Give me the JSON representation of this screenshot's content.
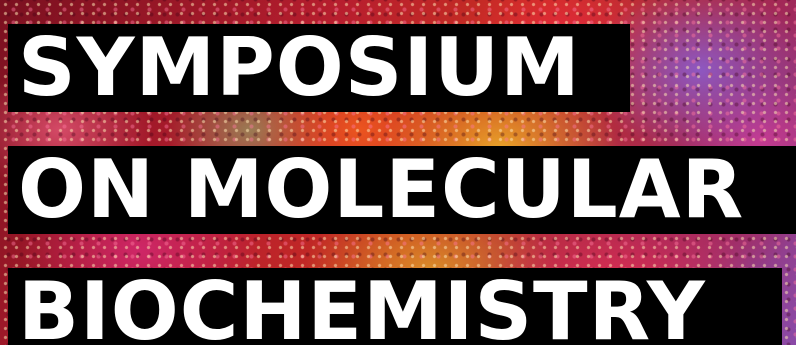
{
  "banner": {
    "title_lines": [
      "SYMPOSIUM",
      "ON MOLECULAR",
      "BIOCHEMISTRY"
    ],
    "colors": {
      "text": "#ffffff",
      "label_background": "#000000",
      "accent_red": "#c8301f",
      "accent_purple": "#8a4aa8",
      "accent_yellow": "#ebaa28"
    }
  }
}
